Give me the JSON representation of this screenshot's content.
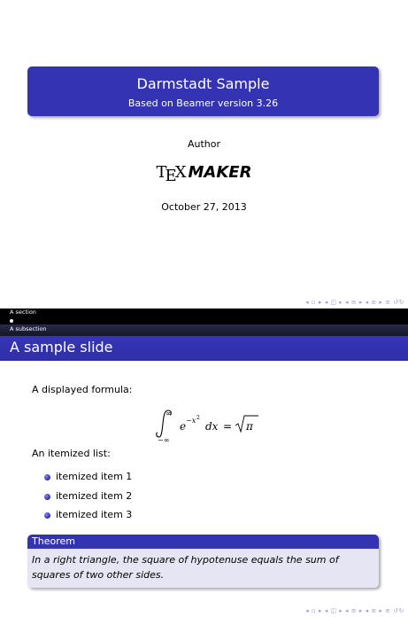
{
  "slide1": {
    "title": "Darmstadt Sample",
    "subtitle": "Based on Beamer version 3.26",
    "author": "Author",
    "logo": {
      "tex": "TEX",
      "maker": "MAKER"
    },
    "date": "October 27, 2013"
  },
  "slide2": {
    "section": "A section",
    "subsection": "A subsection",
    "frame_title": "A sample slide",
    "formula_intro": "A displayed formula:",
    "formula": "∫_{−∞}^{∞} e^{−x²} dx = √π",
    "list_intro": "An itemized list:",
    "items": [
      "itemized item 1",
      "itemized item 2",
      "itemized item 3"
    ],
    "theorem": {
      "title": "Theorem",
      "body": "In a right triangle, the square of hypotenuse equals the sum of squares of two other sides."
    }
  },
  "nav_symbols": "◂ ▫ ▸  ◂ ◫ ▸  ◂ ≡ ▸  ◂ ≡ ▸    ≡    ↺↻",
  "colors": {
    "title_blue": "#3333b3",
    "theorem_body": "#e5e5f3",
    "headline": "#000000"
  }
}
